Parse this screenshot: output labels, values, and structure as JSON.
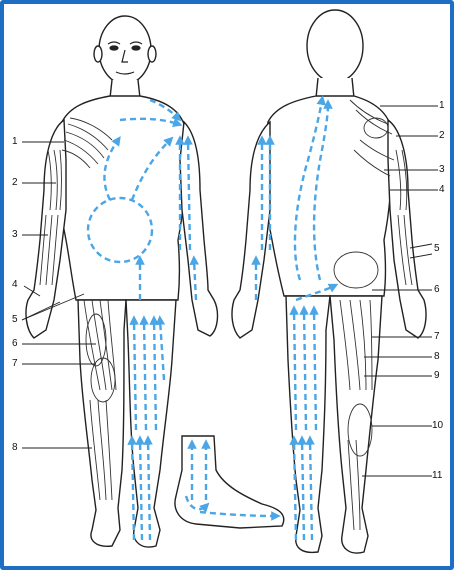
{
  "colors": {
    "frame": "#1e6fc3",
    "lymph_arrows": "#4aa6e6",
    "outline": "#222222",
    "muscle_shading": "#333333"
  },
  "labels_left": [
    "1",
    "2",
    "3",
    "4",
    "5",
    "6",
    "7",
    "8"
  ],
  "labels_right": [
    "1",
    "2",
    "3",
    "4",
    "5",
    "6",
    "7",
    "8",
    "9",
    "10",
    "11"
  ]
}
